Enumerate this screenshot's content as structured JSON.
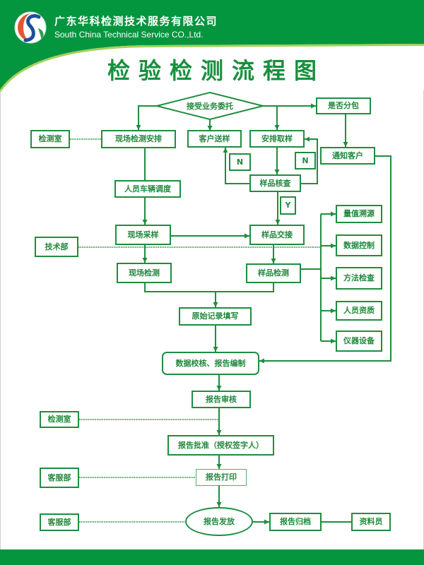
{
  "header": {
    "company_name_cn": "广东华科检测技术服务有限公司",
    "company_name_en": "South China Technical Service CO.,Ltd.",
    "logo_icon": "company-logo-icon"
  },
  "title": "检验检测流程图",
  "colors": {
    "brand_green": "#04953f",
    "accent_light_green": "#a5d15a",
    "line_green": "#1f8d3f",
    "text_green": "#22883d",
    "logo_orange": "#e4572e",
    "logo_blue": "#1c4f9c"
  },
  "nodes": {
    "accept_commission": "接受业务委托",
    "lab_1": "检测室",
    "onsite_test_arrange": "现场检测安排",
    "customer_sample_delivery": "客户送样",
    "arrange_sampling": "安排取样",
    "subcontract_check": "是否分包",
    "notify_customer": "通知客户",
    "sample_check": "样品核查",
    "staff_vehicle_dispatch": "人员车辆调度",
    "onsite_sampling": "现场采样",
    "sample_handover": "样品交接",
    "tech_dept": "技术部",
    "onsite_testing": "现场检测",
    "sample_testing": "样品检测",
    "measurement_traceability": "量值溯源",
    "data_control": "数据控制",
    "method_check": "方法检查",
    "staff_qualification": "人员资质",
    "instrument_equipment": "仪器设备",
    "raw_record_fill": "原始记录填写",
    "data_check_report_compile": "数据校核、报告编制",
    "report_review": "报告审核",
    "lab_2": "检测室",
    "report_approval": "报告批准（授权签字人）",
    "customer_service_1": "客服部",
    "report_print": "报告打印",
    "customer_service_2": "客服部",
    "report_issue": "报告发放",
    "report_archive": "报告归档",
    "archivist": "资料员"
  },
  "labels": {
    "no_1": "N",
    "no_2": "N",
    "yes": "Y"
  },
  "edges": [
    {
      "from": "accept_commission",
      "to": "onsite_test_arrange",
      "type": "arrow"
    },
    {
      "from": "accept_commission",
      "to": "customer_sample_delivery",
      "type": "arrow"
    },
    {
      "from": "accept_commission",
      "to": "arrange_sampling",
      "type": "arrow"
    },
    {
      "from": "accept_commission",
      "to": "subcontract_check",
      "type": "arrow"
    },
    {
      "from": "subcontract_check",
      "to": "notify_customer",
      "type": "arrow"
    },
    {
      "from": "notify_customer",
      "to": "data_check_report_compile",
      "type": "arrow"
    },
    {
      "from": "lab_1",
      "to": "onsite_test_arrange",
      "type": "dotted"
    },
    {
      "from": "onsite_test_arrange",
      "to": "staff_vehicle_dispatch",
      "type": "line"
    },
    {
      "from": "staff_vehicle_dispatch",
      "to": "onsite_sampling",
      "type": "arrow"
    },
    {
      "from": "onsite_sampling",
      "to": "sample_handover",
      "type": "arrow"
    },
    {
      "from": "onsite_sampling",
      "to": "onsite_testing",
      "type": "arrow"
    },
    {
      "from": "arrange_sampling",
      "to": "sample_check",
      "type": "arrow"
    },
    {
      "from": "sample_check",
      "to": "customer_sample_delivery",
      "type": "arrow",
      "label_ref": "no_1"
    },
    {
      "from": "sample_check",
      "to": "arrange_sampling",
      "type": "arrow",
      "label_ref": "no_2"
    },
    {
      "from": "sample_check",
      "to": "sample_handover",
      "type": "arrow",
      "label_ref": "yes"
    },
    {
      "from": "tech_dept",
      "to": "quality_control_items",
      "type": "dotted"
    },
    {
      "from": "sample_handover",
      "to": "sample_testing",
      "type": "arrow"
    },
    {
      "from": "sample_testing",
      "to": "measurement_traceability",
      "type": "arrow"
    },
    {
      "from": "sample_testing",
      "to": "data_control",
      "type": "arrow"
    },
    {
      "from": "sample_testing",
      "to": "method_check",
      "type": "arrow"
    },
    {
      "from": "sample_testing",
      "to": "staff_qualification",
      "type": "arrow"
    },
    {
      "from": "sample_testing",
      "to": "instrument_equipment",
      "type": "arrow"
    },
    {
      "from": "onsite_testing",
      "to": "raw_record_fill",
      "type": "arrow"
    },
    {
      "from": "sample_testing",
      "to": "raw_record_fill",
      "type": "arrow"
    },
    {
      "from": "raw_record_fill",
      "to": "data_check_report_compile",
      "type": "arrow"
    },
    {
      "from": "data_check_report_compile",
      "to": "report_review",
      "type": "arrow"
    },
    {
      "from": "lab_2",
      "to": "report_review",
      "type": "dotted"
    },
    {
      "from": "report_review",
      "to": "report_approval",
      "type": "arrow"
    },
    {
      "from": "report_approval",
      "to": "report_print",
      "type": "arrow"
    },
    {
      "from": "customer_service_1",
      "to": "report_print",
      "type": "dotted"
    },
    {
      "from": "report_print",
      "to": "report_issue",
      "type": "arrow"
    },
    {
      "from": "customer_service_2",
      "to": "report_issue",
      "type": "dotted"
    },
    {
      "from": "report_issue",
      "to": "report_archive",
      "type": "arrow"
    },
    {
      "from": "report_archive",
      "to": "archivist",
      "type": "line"
    }
  ]
}
